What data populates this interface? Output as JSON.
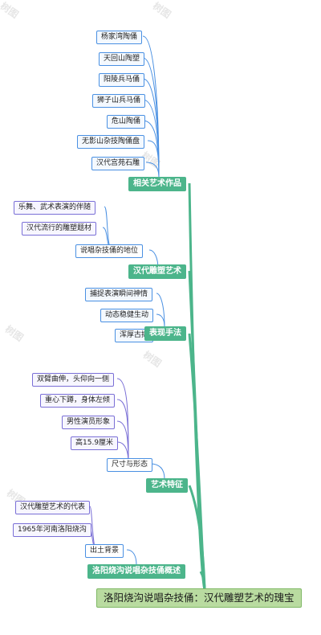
{
  "root": {
    "label": "洛阳烧沟说唱杂技俑：汉代雕塑艺术的瑰宝"
  },
  "branches": [
    {
      "label": "相关艺术作品",
      "children": [
        {
          "label": "杨家湾陶俑"
        },
        {
          "label": "天回山陶塑"
        },
        {
          "label": "阳陵兵马俑"
        },
        {
          "label": "狮子山兵马俑"
        },
        {
          "label": "危山陶俑"
        },
        {
          "label": "无影山杂技陶俑盘"
        },
        {
          "label": "汉代宫苑石雕"
        }
      ]
    },
    {
      "label": "汉代雕塑艺术",
      "children": [
        {
          "label": "说唱杂技俑的地位",
          "children": [
            {
              "label": "乐舞、武术表演的伴随"
            },
            {
              "label": "汉代流行的雕塑题材"
            }
          ]
        }
      ]
    },
    {
      "label": "表现手法",
      "children": [
        {
          "label": "捕捉表演瞬间神情"
        },
        {
          "label": "动态稳健生动"
        },
        {
          "label": "浑厚古拙"
        }
      ]
    },
    {
      "label": "艺术特征",
      "children": [
        {
          "label": "尺寸与形态",
          "children": [
            {
              "label": "双臂曲伸，头仰向一侧"
            },
            {
              "label": "重心下蹲，身体左倾"
            },
            {
              "label": "男性演员形象"
            },
            {
              "label": "高15.9厘米"
            }
          ]
        }
      ]
    },
    {
      "label": "洛阳烧沟说唱杂技俑概述",
      "children": [
        {
          "label": "出土背景",
          "children": [
            {
              "label": "汉代雕塑艺术的代表"
            },
            {
              "label": "1965年河南洛阳烧沟"
            }
          ]
        }
      ]
    }
  ],
  "colors": {
    "green": "#4cb58b",
    "blue": "#4a90e2",
    "purple": "#7a6fd6",
    "root_fill": "#b9dba0"
  }
}
